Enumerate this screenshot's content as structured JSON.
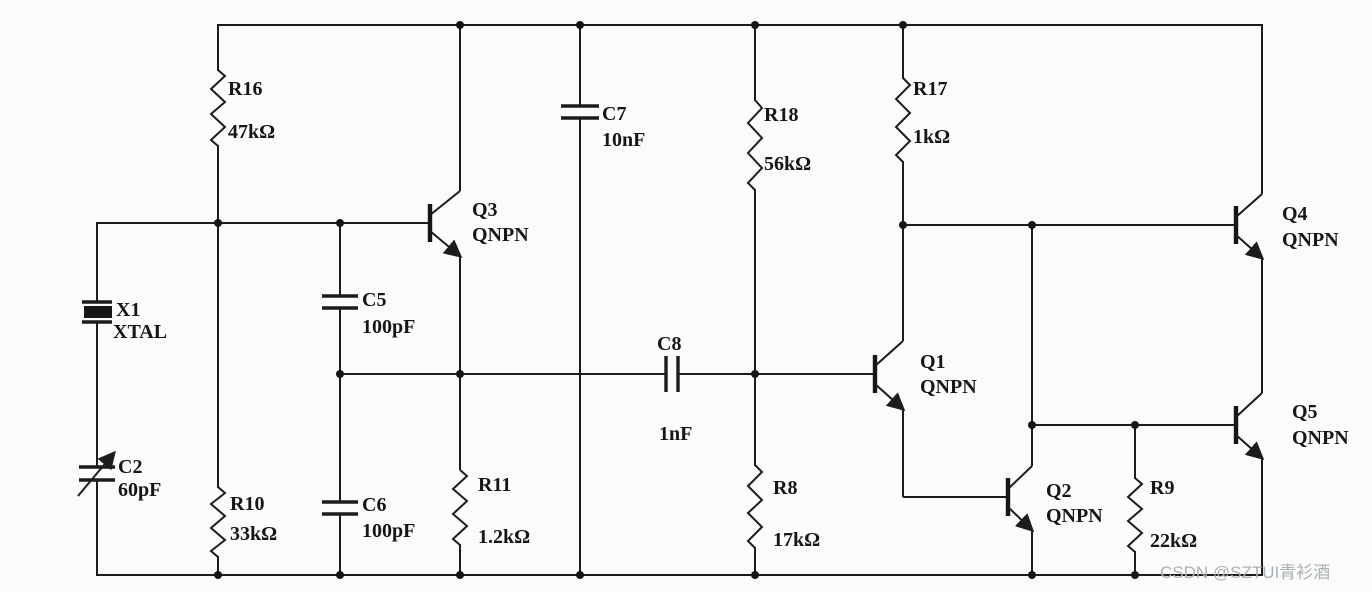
{
  "figure": {
    "kind": "circuit-schematic",
    "description_visible_text_only": true,
    "watermark": "CSDN @SZTUI青衫酒"
  },
  "colors": {
    "ink": "#1c1c1c",
    "background": "#fbfbf9",
    "watermark": "#aab0b8"
  },
  "components": {
    "r16": {
      "ref": "R16",
      "value": "47kΩ"
    },
    "r10": {
      "ref": "R10",
      "value": "33kΩ"
    },
    "r11": {
      "ref": "R11",
      "value": "1.2kΩ"
    },
    "r18": {
      "ref": "R18",
      "value": "56kΩ"
    },
    "r8": {
      "ref": "R8",
      "value": "17kΩ"
    },
    "r17": {
      "ref": "R17",
      "value": "1kΩ"
    },
    "r9": {
      "ref": "R9",
      "value": "22kΩ"
    },
    "c2": {
      "ref": "C2",
      "value": "60pF"
    },
    "c5": {
      "ref": "C5",
      "value": "100pF"
    },
    "c6": {
      "ref": "C6",
      "value": "100pF"
    },
    "c7": {
      "ref": "C7",
      "value": "10nF"
    },
    "c8": {
      "ref": "C8",
      "value": "1nF"
    },
    "x1": {
      "ref": "X1",
      "value": "XTAL"
    },
    "q1": {
      "ref": "Q1",
      "value": "QNPN"
    },
    "q2": {
      "ref": "Q2",
      "value": "QNPN"
    },
    "q3": {
      "ref": "Q3",
      "value": "QNPN"
    },
    "q4": {
      "ref": "Q4",
      "value": "QNPN"
    },
    "q5": {
      "ref": "Q5",
      "value": "QNPN"
    }
  }
}
